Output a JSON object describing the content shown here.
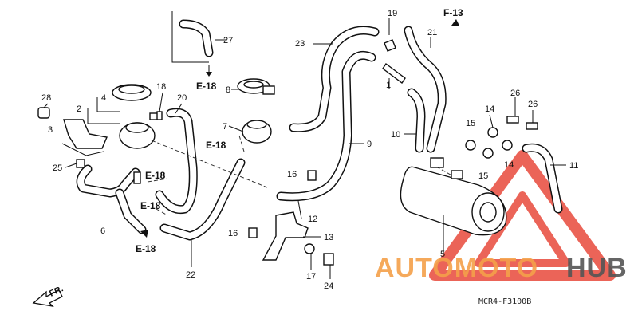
{
  "callouts": [
    "1",
    "2",
    "3",
    "4",
    "5",
    "6",
    "7",
    "8",
    "9",
    "10",
    "11",
    "12",
    "13",
    "14",
    "14",
    "15",
    "15",
    "16",
    "16",
    "17",
    "18",
    "19",
    "20",
    "21",
    "22",
    "23",
    "24",
    "25",
    "26",
    "26",
    "27",
    "28"
  ],
  "ref_labels": [
    "E-18",
    "E-18",
    "E-18",
    "E-18",
    "E-18",
    "F-13"
  ],
  "front_label": "FR.",
  "diagram_code": "MCR4-F3100B",
  "watermark": {
    "part1": "AUTOMOTO",
    "part2": "HUB",
    "color_main": "#f4a04a",
    "color_accent": "#555555",
    "triangle_color": "#e84a3c"
  }
}
